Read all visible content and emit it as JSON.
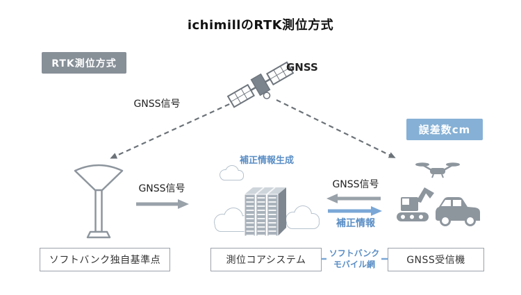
{
  "title": "ichimillのRTK測位方式",
  "diagram": {
    "rtk_method_badge": "RTK測位方式",
    "satellite_label": "GNSS",
    "signal_label_satellite": "GNSS信号",
    "base_to_core_arrow_label": "GNSS信号",
    "receiver_to_core_arrow_label": "GNSS信号",
    "core_to_receiver_arrow_label": "補正情報",
    "correction_generation_label": "補正情報生成",
    "error_badge": "誤差数cm",
    "base_station_label": "ソフトバンク独自基準点",
    "core_system_label": "測位コアシステム",
    "receiver_label": "GNSS受信機",
    "mobile_network_line1": "ソフトバンク",
    "mobile_network_line2": "モバイル網"
  },
  "colors": {
    "gray_badge_bg": "#878f97",
    "blue_badge_bg": "#86b0d5",
    "accent_blue": "#5a8ec5",
    "arrow_blue": "#7aa7d6",
    "arrow_gray": "#99a1a9",
    "dashed_line": "#6b7278",
    "icon_gray": "#8d959d",
    "cloud_stroke": "#b6c2cd",
    "box_border": "#9aa1a9",
    "text_dark": "#333333"
  }
}
